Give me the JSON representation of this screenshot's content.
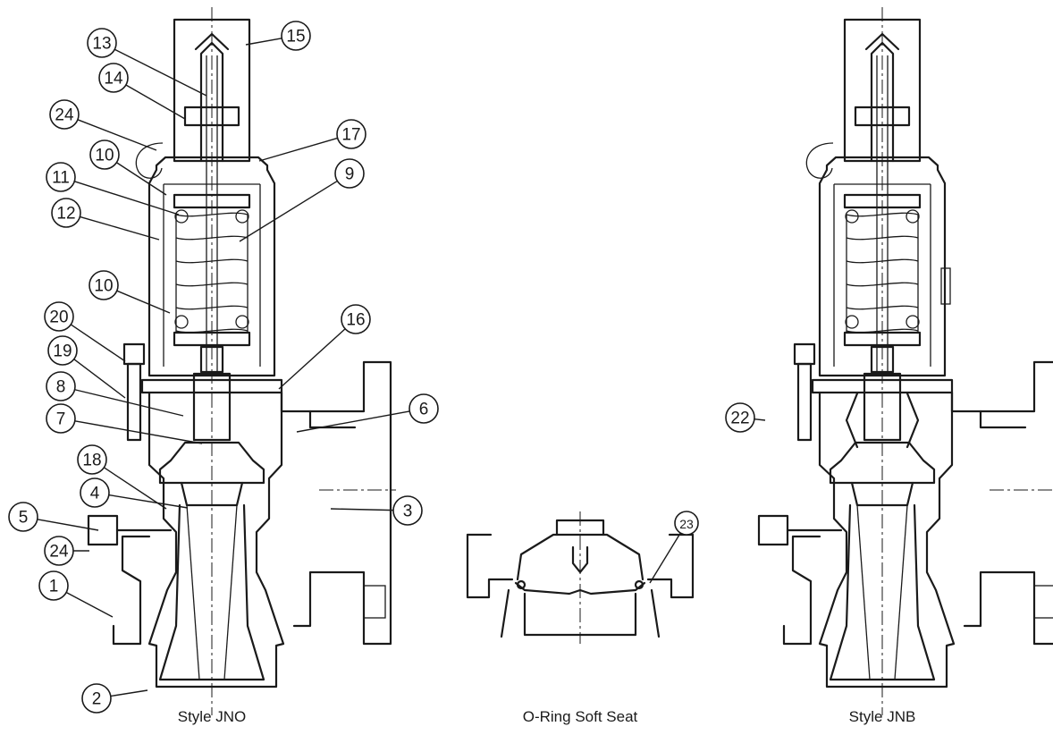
{
  "figures": [
    {
      "caption": "Style JNO",
      "callouts": [
        "13",
        "15",
        "14",
        "24",
        "17",
        "10",
        "9",
        "11",
        "12",
        "10",
        "16",
        "20",
        "19",
        "8",
        "6",
        "7",
        "18",
        "3",
        "4",
        "5",
        "24",
        "1",
        "2"
      ]
    },
    {
      "caption": "O-Ring Soft Seat",
      "callouts": [
        "23"
      ]
    },
    {
      "caption": "Style JNB",
      "callouts": [
        "22"
      ]
    }
  ]
}
